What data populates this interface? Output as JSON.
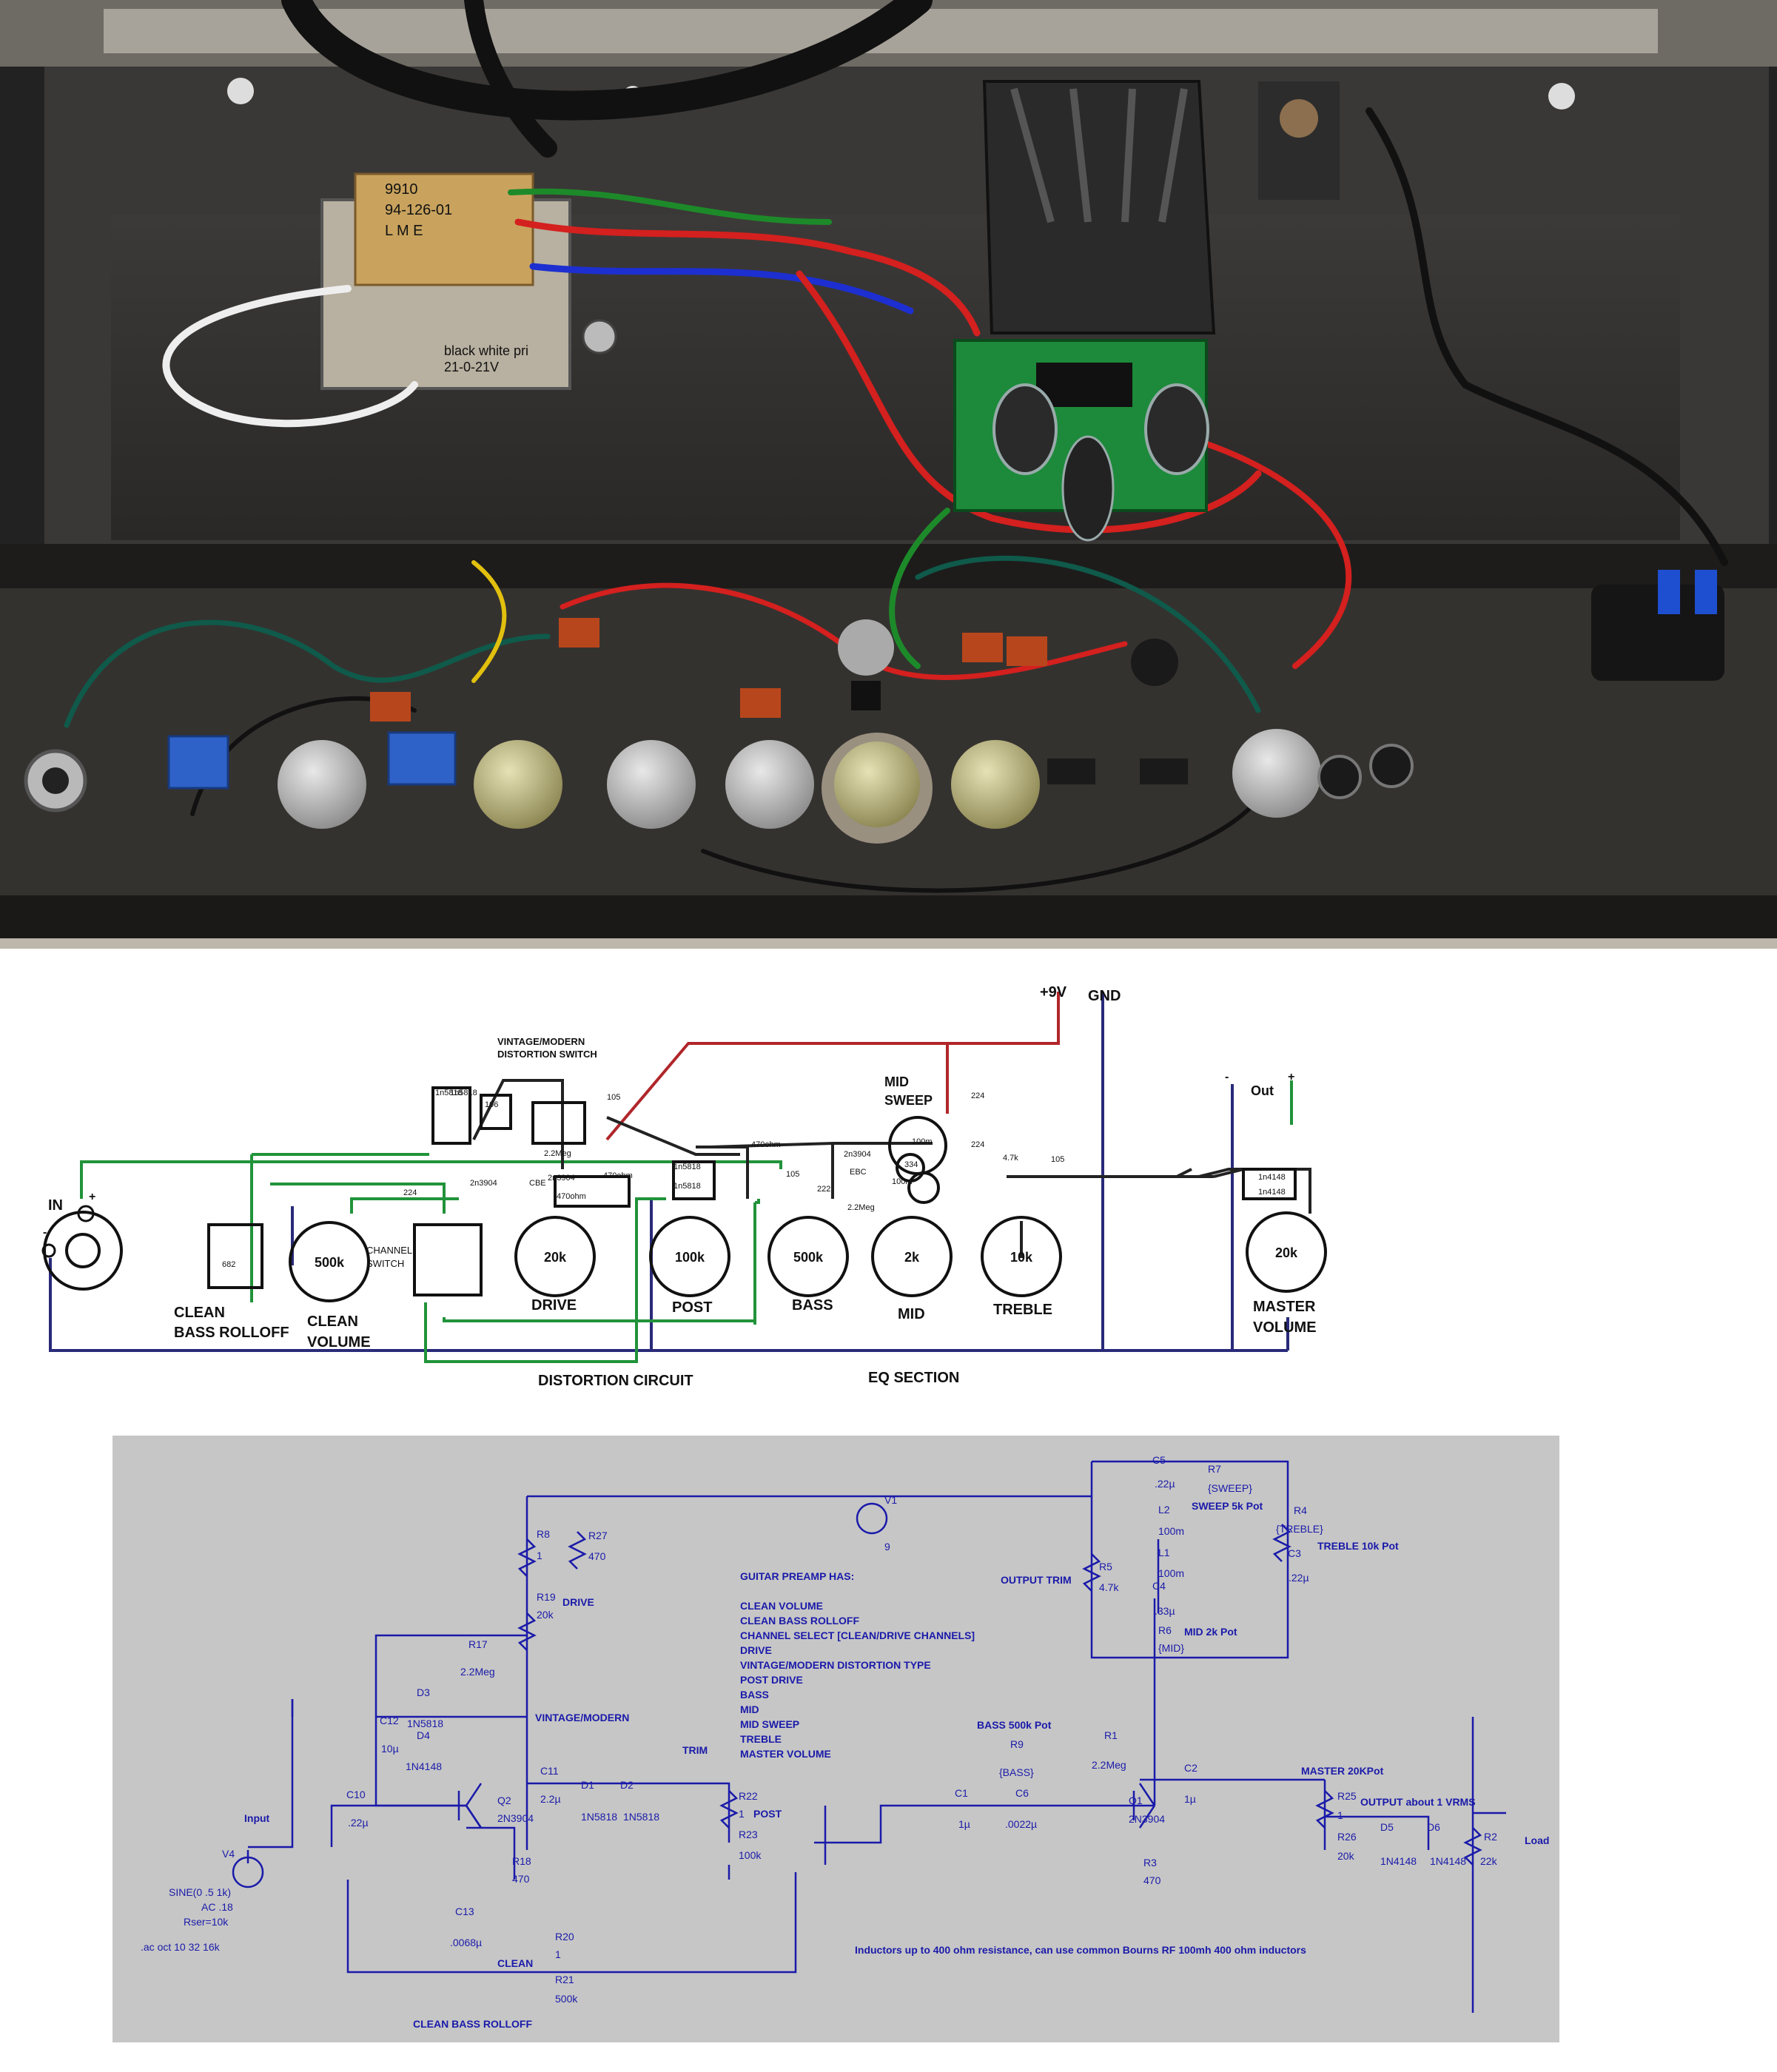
{
  "photo": {
    "transformer_text": [
      "9910",
      "94-126-01",
      "L M E",
      "black white pri",
      "21-0-21V"
    ]
  },
  "wiring": {
    "supply_plus": "+9V",
    "gnd": "GND",
    "input": "IN",
    "in_plus": "+",
    "in_minus": "-",
    "out_minus": "-",
    "out_plus": "+",
    "out": "Out",
    "vm_switch": [
      "VINTAGE/MODERN",
      "DISTORTION SWITCH"
    ],
    "channel_switch": [
      "CHANNEL",
      "SWITCH"
    ],
    "mid_sweep": [
      "MID",
      "SWEEP"
    ],
    "pots": {
      "clean_volume": "500k",
      "drive": "20k",
      "post": "100k",
      "bass": "500k",
      "mid": "2k",
      "treble": "10k",
      "master": "20k"
    },
    "labels": {
      "clean_bass_rolloff": [
        "CLEAN",
        "BASS ROLLOFF"
      ],
      "clean_volume": [
        "CLEAN",
        "VOLUME"
      ],
      "drive": "DRIVE",
      "post": "POST",
      "bass": "BASS",
      "mid": "MID",
      "treble": "TREBLE",
      "master_volume": [
        "MASTER",
        "VOLUME"
      ]
    },
    "sections": {
      "distortion": "DISTORTION CIRCUIT",
      "eq": "EQ SECTION"
    },
    "parts": {
      "c682": "682",
      "c224a": "224",
      "c106": "106",
      "c105a": "105",
      "c105b": "105",
      "c105c": "105",
      "c222": "222",
      "c224b": "224",
      "c224c": "224",
      "r22meg_a": "2.2Meg",
      "r22meg_b": "2.2Meg",
      "r470a": "470ohm",
      "r470b": "470ohm",
      "r470c": "470ohm",
      "q1": "2n3904",
      "q2": "2n3904",
      "q3": "2n3904",
      "ebc": "EBC",
      "cbe": "CBE",
      "d5818a": "1n5818",
      "d5818b": "1n5818",
      "d5818c": "1n5818",
      "d5818d": "1n5818",
      "d4148a": "1n4148",
      "d4148b": "1n4148",
      "l100a": "100m",
      "l100b": "100m",
      "c334": "334",
      "r47k": "4.7k"
    }
  },
  "spice": {
    "v1": [
      "V1",
      "9"
    ],
    "v4": [
      "V4",
      "SINE(0 .5 1k)",
      "AC .18",
      "Rser=10k"
    ],
    "ac_cmd": ".ac oct 10 32 16k",
    "input": "Input",
    "r8": [
      "R8",
      "1"
    ],
    "r27": [
      "R27",
      "470"
    ],
    "r19": [
      "R19",
      "20k"
    ],
    "drive": "DRIVE",
    "r17": [
      "R17",
      "2.2Meg"
    ],
    "d3": [
      "D3",
      "1N5818"
    ],
    "d4": [
      "D4",
      "1N4148"
    ],
    "c12": [
      "C12",
      "10µ"
    ],
    "vm": "VINTAGE/MODERN",
    "c10": [
      "C10",
      ".22µ"
    ],
    "q2": [
      "Q2",
      "2N3904"
    ],
    "r18": [
      "R18",
      "470"
    ],
    "c11": [
      "C11",
      "2.2µ"
    ],
    "d1": [
      "D1",
      "1N5818"
    ],
    "d2": [
      "D2",
      "1N5818"
    ],
    "trim": "TRIM",
    "r22": [
      "R22",
      "1"
    ],
    "post": "POST",
    "r23": [
      "R23",
      "100k"
    ],
    "c13": [
      "C13",
      ".0068µ"
    ],
    "r20": [
      "R20",
      "1"
    ],
    "clean": "CLEAN",
    "r21": [
      "R21",
      "500k"
    ],
    "clean_bass_rolloff": "CLEAN BASS ROLLOFF",
    "notes_title": "GUITAR PREAMP HAS:",
    "notes": [
      "CLEAN VOLUME",
      "CLEAN BASS ROLLOFF",
      "CHANNEL SELECT [CLEAN/DRIVE CHANNELS]",
      "DRIVE",
      "VINTAGE/MODERN DISTORTION TYPE",
      "POST DRIVE",
      "BASS",
      "MID",
      "MID SWEEP",
      "TREBLE",
      "MASTER VOLUME"
    ],
    "c5": [
      "C5",
      ".22µ"
    ],
    "r7": [
      "R7",
      "{SWEEP}"
    ],
    "sweep_label": "SWEEP 5k Pot",
    "l2": [
      "L2",
      "100m"
    ],
    "l1": [
      "L1",
      "100m"
    ],
    "c4": [
      "C4",
      ".33µ"
    ],
    "r4": [
      "R4",
      "{TREBLE}"
    ],
    "c3": [
      "C3",
      ".22µ"
    ],
    "treble_label": "TREBLE 10k Pot",
    "output_trim": "OUTPUT TRIM",
    "r5": [
      "R5",
      "4.7k"
    ],
    "r6": [
      "R6",
      "{MID}"
    ],
    "mid_label": "MID 2k Pot",
    "bass_label": "BASS 500k Pot",
    "r9": [
      "R9",
      "{BASS}"
    ],
    "c1": [
      "C1",
      "1µ"
    ],
    "c6": [
      "C6",
      ".0022µ"
    ],
    "r1": [
      "R1",
      "2.2Meg"
    ],
    "q1": [
      "Q1",
      "2N3904"
    ],
    "r3": [
      "R3",
      "470"
    ],
    "c2": [
      "C2",
      "1µ"
    ],
    "master_label": "MASTER 20KPot",
    "r25": [
      "R25",
      "1"
    ],
    "r26": [
      "R26",
      "20k"
    ],
    "output_label": "OUTPUT about 1 VRMS",
    "d5": [
      "D5",
      "1N4148"
    ],
    "d6": [
      "D6",
      "1N4148"
    ],
    "r2": [
      "R2",
      "22k"
    ],
    "load": "Load",
    "inductor_note": "Inductors up to 400 ohm resistance, can use common Bourns RF 100mh 400 ohm inductors"
  }
}
